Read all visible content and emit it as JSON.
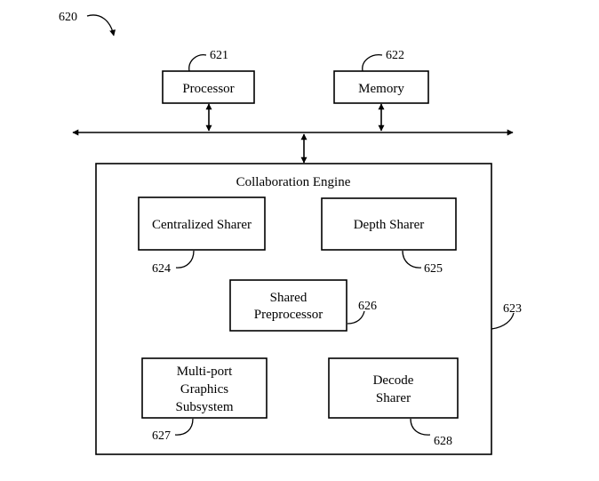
{
  "figure_ref": "620",
  "processor": {
    "label": "Processor",
    "ref": "621"
  },
  "memory": {
    "label": "Memory",
    "ref": "622"
  },
  "engine": {
    "title": "Collaboration Engine",
    "ref": "623",
    "centralized_sharer": {
      "label": "Centralized Sharer",
      "ref": "624"
    },
    "depth_sharer": {
      "label": "Depth Sharer",
      "ref": "625"
    },
    "shared_preprocessor": {
      "lines": [
        "Shared",
        "Preprocessor"
      ],
      "ref": "626"
    },
    "graphics_subsystem": {
      "lines": [
        "Multi-port",
        "Graphics",
        "Subsystem"
      ],
      "ref": "627"
    },
    "decode_sharer": {
      "lines": [
        "Decode",
        "Sharer"
      ],
      "ref": "628"
    }
  }
}
